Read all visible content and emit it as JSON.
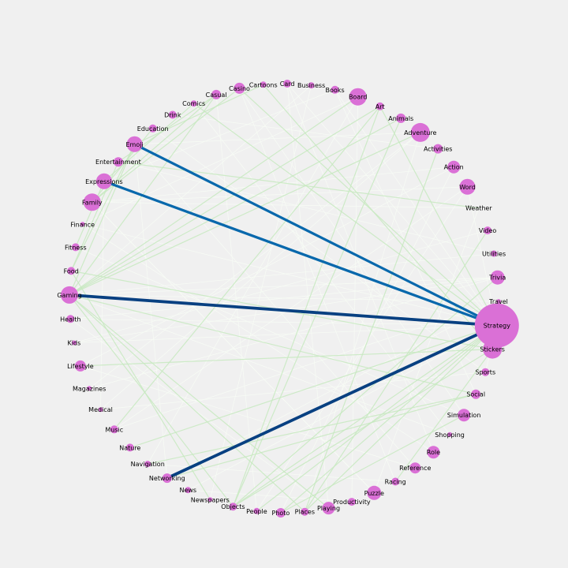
{
  "background": "#f0f0f0",
  "node_color": "#da70d6",
  "edge_palette": [
    "#f7fcf5",
    "#c7e9c0",
    "#4eb3d3",
    "#0868ac",
    "#084081"
  ],
  "nodes": [
    {
      "name": "Strategy",
      "size": 28
    },
    {
      "name": "Stickers",
      "size": 12
    },
    {
      "name": "Sports",
      "size": 5
    },
    {
      "name": "Social",
      "size": 6
    },
    {
      "name": "Simulation",
      "size": 8
    },
    {
      "name": "Shopping",
      "size": 3
    },
    {
      "name": "Role",
      "size": 8
    },
    {
      "name": "Reference",
      "size": 7
    },
    {
      "name": "Racing",
      "size": 5
    },
    {
      "name": "Puzzle",
      "size": 9
    },
    {
      "name": "Productivity",
      "size": 5
    },
    {
      "name": "Playing",
      "size": 8
    },
    {
      "name": "Places",
      "size": 5
    },
    {
      "name": "Photo",
      "size": 6
    },
    {
      "name": "People",
      "size": 4
    },
    {
      "name": "Objects",
      "size": 5
    },
    {
      "name": "Newspapers",
      "size": 3
    },
    {
      "name": "News",
      "size": 4
    },
    {
      "name": "Networking",
      "size": 6
    },
    {
      "name": "Navigation",
      "size": 4
    },
    {
      "name": "Nature",
      "size": 5
    },
    {
      "name": "Music",
      "size": 5
    },
    {
      "name": "Medical",
      "size": 3
    },
    {
      "name": "Magazines",
      "size": 3
    },
    {
      "name": "Lifestyle",
      "size": 7
    },
    {
      "name": "Kids",
      "size": 3
    },
    {
      "name": "Health",
      "size": 5
    },
    {
      "name": "Gaming",
      "size": 11
    },
    {
      "name": "Food",
      "size": 5
    },
    {
      "name": "Fitness",
      "size": 5
    },
    {
      "name": "Finance",
      "size": 3
    },
    {
      "name": "Family",
      "size": 11
    },
    {
      "name": "Expressions",
      "size": 10
    },
    {
      "name": "Entertainment",
      "size": 6
    },
    {
      "name": "Emoji",
      "size": 10
    },
    {
      "name": "Education",
      "size": 5
    },
    {
      "name": "Drink",
      "size": 5
    },
    {
      "name": "Comics",
      "size": 4
    },
    {
      "name": "Casual",
      "size": 6
    },
    {
      "name": "Casino",
      "size": 7
    },
    {
      "name": "Cartoons",
      "size": 4
    },
    {
      "name": "Card",
      "size": 5
    },
    {
      "name": "Business",
      "size": 4
    },
    {
      "name": "Books",
      "size": 5
    },
    {
      "name": "Board",
      "size": 11
    },
    {
      "name": "Art",
      "size": 5
    },
    {
      "name": "Animals",
      "size": 6
    },
    {
      "name": "Adventure",
      "size": 12
    },
    {
      "name": "Activities",
      "size": 6
    },
    {
      "name": "Action",
      "size": 8
    },
    {
      "name": "Word",
      "size": 10
    },
    {
      "name": "Weather",
      "size": 0
    },
    {
      "name": "Video",
      "size": 5
    },
    {
      "name": "Utilities",
      "size": 4
    },
    {
      "name": "Trivia",
      "size": 9
    },
    {
      "name": "Travel",
      "size": 3
    }
  ],
  "edges": [
    {
      "source": "Strategy",
      "target": "Emoji",
      "weight": 3
    },
    {
      "source": "Strategy",
      "target": "Expressions",
      "weight": 3
    },
    {
      "source": "Strategy",
      "target": "Gaming",
      "weight": 4
    },
    {
      "source": "Strategy",
      "target": "Networking",
      "weight": 4
    },
    {
      "source": "Photo",
      "target": "Video",
      "weight": 5
    },
    {
      "source": "Nature",
      "target": "Animals",
      "weight": 5
    },
    {
      "source": "Magazines",
      "target": "Newspapers",
      "weight": 5
    },
    {
      "source": "Gaming",
      "target": "Drink",
      "weight": 5
    },
    {
      "source": "Casual",
      "target": "Cartoons",
      "weight": 5
    },
    {
      "source": "Playing",
      "target": "Role",
      "weight": 5
    },
    {
      "source": "Food",
      "target": "Fitness",
      "weight": 5
    },
    {
      "source": "Strategy",
      "target": "Objects",
      "weight": 1
    },
    {
      "source": "Strategy",
      "target": "Places",
      "weight": 1
    },
    {
      "source": "Strategy",
      "target": "Nature",
      "weight": 1
    },
    {
      "source": "Strategy",
      "target": "Comics",
      "weight": 1
    },
    {
      "source": "Strategy",
      "target": "Art",
      "weight": 1
    },
    {
      "source": "Strategy",
      "target": "Casino",
      "weight": 1
    },
    {
      "source": "Strategy",
      "target": "People",
      "weight": 1
    },
    {
      "source": "Strategy",
      "target": "Photo",
      "weight": 1
    },
    {
      "source": "Gaming",
      "target": "Art",
      "weight": 1
    },
    {
      "source": "Gaming",
      "target": "Animals",
      "weight": 1
    },
    {
      "source": "Gaming",
      "target": "Board",
      "weight": 1
    },
    {
      "source": "Gaming",
      "target": "Objects",
      "weight": 1
    },
    {
      "source": "Gaming",
      "target": "Places",
      "weight": 1
    },
    {
      "source": "Gaming",
      "target": "Social",
      "weight": 1
    },
    {
      "source": "Gaming",
      "target": "Emoji",
      "weight": 1
    },
    {
      "source": "Gaming",
      "target": "Casual",
      "weight": 1
    },
    {
      "source": "Family",
      "target": "Casino",
      "weight": 1
    },
    {
      "source": "Family",
      "target": "Education",
      "weight": 1
    },
    {
      "source": "Family",
      "target": "Casual",
      "weight": 1
    },
    {
      "source": "Expressions",
      "target": "Comics",
      "weight": 1
    },
    {
      "source": "Expressions",
      "target": "Fitness",
      "weight": 1
    },
    {
      "source": "Entertainment",
      "target": "Food",
      "weight": 1
    },
    {
      "source": "Entertainment",
      "target": "Casual",
      "weight": 1
    },
    {
      "source": "Emoji",
      "target": "Cartoons",
      "weight": 1
    },
    {
      "source": "Emoji",
      "target": "Food",
      "weight": 1
    },
    {
      "source": "Art",
      "target": "Objects",
      "weight": 1
    },
    {
      "source": "Art",
      "target": "Music",
      "weight": 1
    },
    {
      "source": "Animals",
      "target": "Objects",
      "weight": 1
    },
    {
      "source": "Adventure",
      "target": "Gaming",
      "weight": 1
    },
    {
      "source": "Networking",
      "target": "Social",
      "weight": 1
    },
    {
      "source": "Navigation",
      "target": "Social",
      "weight": 1
    },
    {
      "source": "Lifestyle",
      "target": "Stickers",
      "weight": 1
    },
    {
      "source": "Objects",
      "target": "Stickers",
      "weight": 1
    },
    {
      "source": "Photo",
      "target": "Simulation",
      "weight": 1
    },
    {
      "source": "Cartoons",
      "target": "Stickers",
      "weight": 1
    },
    {
      "source": "Video",
      "target": "Places",
      "weight": 1
    },
    {
      "source": "Trivia",
      "target": "Objects",
      "weight": 1
    },
    {
      "source": "Activities",
      "target": "Places",
      "weight": 1
    },
    {
      "source": "Weather",
      "target": "Entertainment",
      "weight": 1
    },
    {
      "source": "Playing",
      "target": "Gaming",
      "weight": 1
    },
    {
      "source": "Newspapers",
      "target": "Food",
      "weight": 1
    },
    {
      "source": "Food",
      "target": "Stickers",
      "weight": 1
    },
    {
      "source": "Racing",
      "target": "Stickers",
      "weight": 1
    },
    {
      "source": "Strategy",
      "target": "Sports",
      "weight": 0
    },
    {
      "source": "Strategy",
      "target": "Books",
      "weight": 0
    },
    {
      "source": "Strategy",
      "target": "Word",
      "weight": 0
    },
    {
      "source": "Strategy",
      "target": "Finance",
      "weight": 0
    },
    {
      "source": "Strategy",
      "target": "Kids",
      "weight": 0
    },
    {
      "source": "Strategy",
      "target": "News",
      "weight": 0
    },
    {
      "source": "Strategy",
      "target": "Health",
      "weight": 0
    },
    {
      "source": "Strategy",
      "target": "Card",
      "weight": 0
    },
    {
      "source": "Gaming",
      "target": "Trivia",
      "weight": 0
    },
    {
      "source": "Gaming",
      "target": "Travel",
      "weight": 0
    },
    {
      "source": "Gaming",
      "target": "Utilities",
      "weight": 0
    },
    {
      "source": "Gaming",
      "target": "Business",
      "weight": 0
    },
    {
      "source": "Gaming",
      "target": "Shopping",
      "weight": 0
    },
    {
      "source": "Family",
      "target": "Word",
      "weight": 0
    },
    {
      "source": "Family",
      "target": "Action",
      "weight": 0
    },
    {
      "source": "Family",
      "target": "Puzzle",
      "weight": 0
    },
    {
      "source": "Family",
      "target": "Weather",
      "weight": 0
    },
    {
      "source": "Emoji",
      "target": "Adventure",
      "weight": 0
    },
    {
      "source": "Emoji",
      "target": "Networking",
      "weight": 0
    },
    {
      "source": "Emoji",
      "target": "Reference",
      "weight": 0
    },
    {
      "source": "Expressions",
      "target": "Books",
      "weight": 0
    },
    {
      "source": "Expressions",
      "target": "Medical",
      "weight": 0
    },
    {
      "source": "Board",
      "target": "Navigation",
      "weight": 0
    },
    {
      "source": "Board",
      "target": "Productivity",
      "weight": 0
    },
    {
      "source": "Adventure",
      "target": "Magazines",
      "weight": 0
    },
    {
      "source": "Adventure",
      "target": "Places",
      "weight": 0
    },
    {
      "source": "Action",
      "target": "Lifestyle",
      "weight": 0
    },
    {
      "source": "Action",
      "target": "Photo",
      "weight": 0
    },
    {
      "source": "Word",
      "target": "Music",
      "weight": 0
    },
    {
      "source": "Word",
      "target": "People",
      "weight": 0
    },
    {
      "source": "Trivia",
      "target": "Kids",
      "weight": 0
    },
    {
      "source": "Trivia",
      "target": "Health",
      "weight": 0
    },
    {
      "source": "Casino",
      "target": "Simulation",
      "weight": 0
    },
    {
      "source": "Casino",
      "target": "Racing",
      "weight": 0
    },
    {
      "source": "Card",
      "target": "Role",
      "weight": 0
    },
    {
      "source": "Card",
      "target": "Playing",
      "weight": 0
    },
    {
      "source": "Books",
      "target": "Social",
      "weight": 0
    },
    {
      "source": "Business",
      "target": "Newspapers",
      "weight": 0
    },
    {
      "source": "Comics",
      "target": "Shopping",
      "weight": 0
    },
    {
      "source": "Simulation",
      "target": "Fitness",
      "weight": 0
    },
    {
      "source": "Role",
      "target": "Finance",
      "weight": 0
    },
    {
      "source": "Puzzle",
      "target": "Family",
      "weight": 0
    },
    {
      "source": "Sports",
      "target": "Education",
      "weight": 0
    },
    {
      "source": "Sports",
      "target": "Medical",
      "weight": 0
    },
    {
      "source": "Utilities",
      "target": "Entertainment",
      "weight": 0
    },
    {
      "source": "Travel",
      "target": "Music",
      "weight": 0
    },
    {
      "source": "Video",
      "target": "Kids",
      "weight": 0
    },
    {
      "source": "Activities",
      "target": "Drink",
      "weight": 0
    },
    {
      "source": "Lifestyle",
      "target": "Reference",
      "weight": 0
    },
    {
      "source": "Health",
      "target": "Playing",
      "weight": 0
    },
    {
      "source": "Navigation",
      "target": "Racing",
      "weight": 0
    },
    {
      "source": "People",
      "target": "Casual",
      "weight": 0
    },
    {
      "source": "News",
      "target": "Productivity",
      "weight": 0
    },
    {
      "source": "Medical",
      "target": "Adventure",
      "weight": 0
    },
    {
      "source": "Magazines",
      "target": "Trivia",
      "weight": 0
    },
    {
      "source": "Weather",
      "target": "Puzzle",
      "weight": 0
    },
    {
      "source": "Networking",
      "target": "Travel",
      "weight": 0
    },
    {
      "source": "Finance",
      "target": "Board",
      "weight": 0
    }
  ]
}
